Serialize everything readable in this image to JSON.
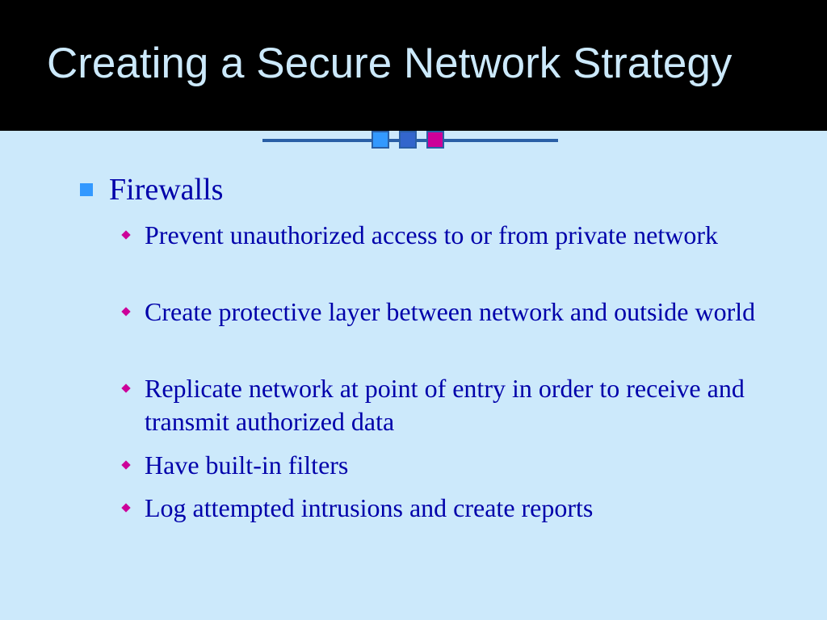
{
  "slide": {
    "title": "Creating a Secure Network Strategy",
    "colors": {
      "background": "#cce9fb",
      "title_bar": "#000000",
      "title_text": "#cce9fb",
      "body_text": "#0000aa",
      "level1_bullet": "#3399ff",
      "level2_bullet": "#cc0099",
      "divider_line": "#2a5fa6",
      "divider_squares": [
        "#3399ff",
        "#3366cc",
        "#cc0099"
      ]
    },
    "bullets": [
      {
        "text": "Firewalls",
        "bullet_icon": "square-bullet-icon",
        "children": [
          {
            "text": "Prevent unauthorized access to or from private network",
            "bullet_icon": "diamond-bullet-icon"
          },
          {
            "text": "Create protective layer between network and outside world",
            "bullet_icon": "diamond-bullet-icon"
          },
          {
            "text": "Replicate network at point of entry in order to receive and transmit authorized data",
            "bullet_icon": "diamond-bullet-icon"
          },
          {
            "text": "Have built-in filters",
            "bullet_icon": "diamond-bullet-icon"
          },
          {
            "text": "Log attempted intrusions and create reports",
            "bullet_icon": "diamond-bullet-icon"
          }
        ]
      }
    ]
  }
}
